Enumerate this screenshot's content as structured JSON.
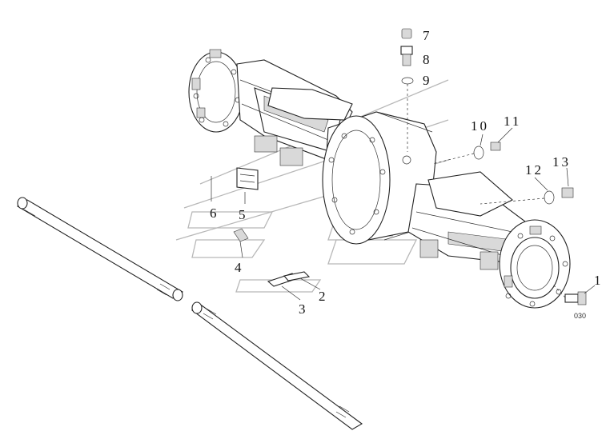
{
  "diagram": {
    "callouts": [
      {
        "id": "1",
        "text": "1"
      },
      {
        "id": "2",
        "text": "2"
      },
      {
        "id": "3",
        "text": "3"
      },
      {
        "id": "4",
        "text": "4"
      },
      {
        "id": "5",
        "text": "5"
      },
      {
        "id": "6",
        "text": "6"
      },
      {
        "id": "7",
        "text": "7"
      },
      {
        "id": "8",
        "text": "8"
      },
      {
        "id": "9",
        "text": "9"
      },
      {
        "id": "10",
        "text": "10"
      },
      {
        "id": "11",
        "text": "11"
      },
      {
        "id": "12",
        "text": "12"
      },
      {
        "id": "13",
        "text": "13"
      }
    ],
    "figure_code": "030"
  }
}
